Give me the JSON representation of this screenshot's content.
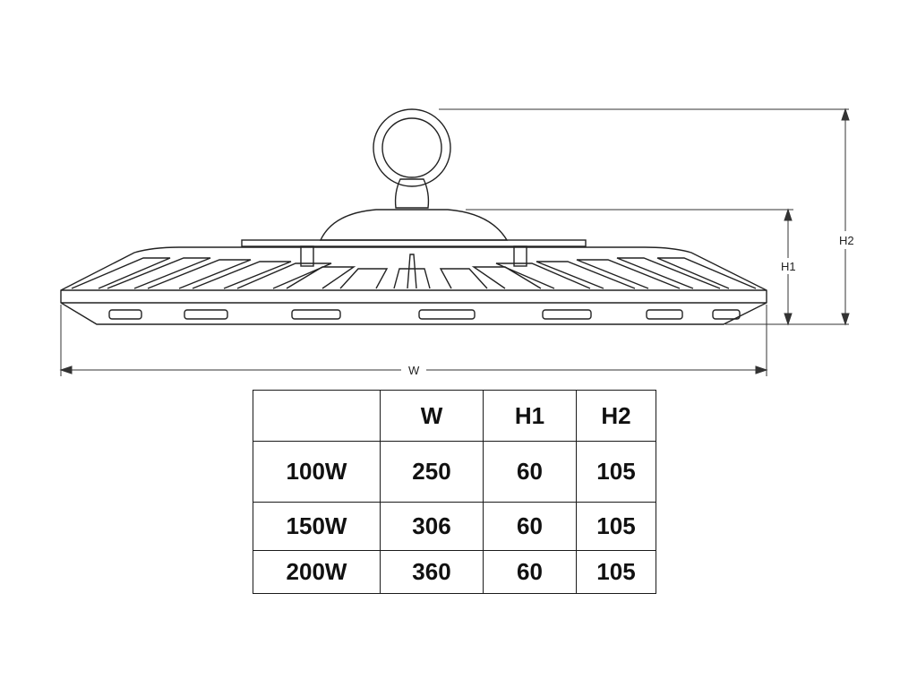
{
  "dimensions": {
    "width_label": "W",
    "h1_label": "H1",
    "h2_label": "H2"
  },
  "table": {
    "headers": [
      "",
      "W",
      "H1",
      "H2"
    ],
    "rows": [
      [
        "100W",
        "250",
        "60",
        "105"
      ],
      [
        "150W",
        "306",
        "60",
        "105"
      ],
      [
        "200W",
        "360",
        "60",
        "105"
      ]
    ]
  }
}
